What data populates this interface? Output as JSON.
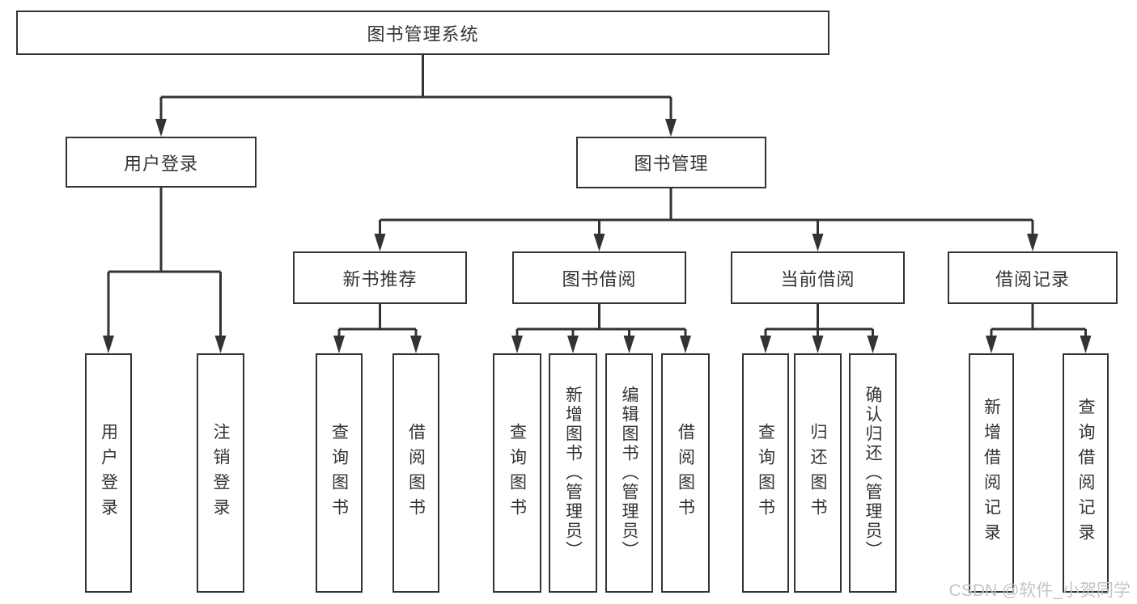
{
  "tree": {
    "label": "图书管理系统",
    "children": [
      {
        "label": "用户登录",
        "children": [
          {
            "label": "用户登录"
          },
          {
            "label": "注销登录"
          }
        ]
      },
      {
        "label": "图书管理",
        "children": [
          {
            "label": "新书推荐",
            "children": [
              {
                "label": "查询图书"
              },
              {
                "label": "借阅图书"
              }
            ]
          },
          {
            "label": "图书借阅",
            "children": [
              {
                "label": "查询图书"
              },
              {
                "label": "新增图书（管理员）"
              },
              {
                "label": "编辑图书（管理员）"
              },
              {
                "label": "借阅图书"
              }
            ]
          },
          {
            "label": "当前借阅",
            "children": [
              {
                "label": "查询图书"
              },
              {
                "label": "归还图书"
              },
              {
                "label": "确认归还（管理员）"
              }
            ]
          },
          {
            "label": "借阅记录",
            "children": [
              {
                "label": "新增借阅记录"
              },
              {
                "label": "查询借阅记录"
              }
            ]
          }
        ]
      }
    ]
  },
  "watermark": "CSDN @软件_小贺同学",
  "colors": {
    "line_color": "#333333",
    "text_color": "#333333",
    "watermark_color": "#c4c4c4",
    "background_color": "#ffffff"
  }
}
